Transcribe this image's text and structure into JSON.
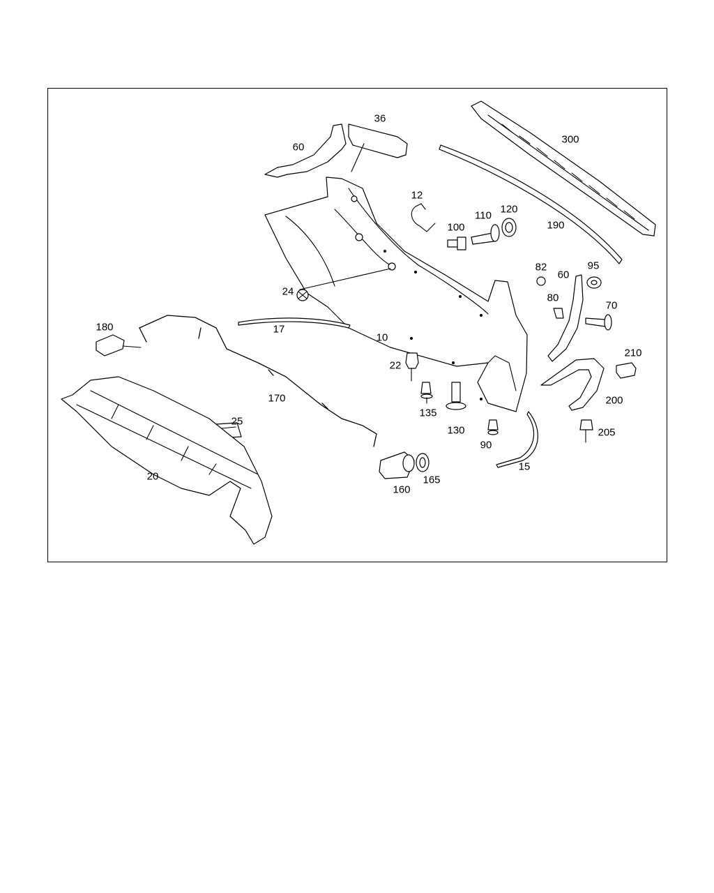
{
  "diagram": {
    "callouts": [
      {
        "id": "36",
        "text": "36"
      },
      {
        "id": "60a",
        "text": "60"
      },
      {
        "id": "300",
        "text": "300"
      },
      {
        "id": "12",
        "text": "12"
      },
      {
        "id": "110",
        "text": "110"
      },
      {
        "id": "120",
        "text": "120"
      },
      {
        "id": "100",
        "text": "100"
      },
      {
        "id": "190",
        "text": "190"
      },
      {
        "id": "82",
        "text": "82"
      },
      {
        "id": "95",
        "text": "95"
      },
      {
        "id": "60b",
        "text": "60"
      },
      {
        "id": "24",
        "text": "24"
      },
      {
        "id": "80",
        "text": "80"
      },
      {
        "id": "70",
        "text": "70"
      },
      {
        "id": "180",
        "text": "180"
      },
      {
        "id": "17",
        "text": "17"
      },
      {
        "id": "10",
        "text": "10"
      },
      {
        "id": "210",
        "text": "210"
      },
      {
        "id": "22",
        "text": "22"
      },
      {
        "id": "170",
        "text": "170"
      },
      {
        "id": "135",
        "text": "135"
      },
      {
        "id": "200",
        "text": "200"
      },
      {
        "id": "25",
        "text": "25"
      },
      {
        "id": "130",
        "text": "130"
      },
      {
        "id": "205",
        "text": "205"
      },
      {
        "id": "90",
        "text": "90"
      },
      {
        "id": "15",
        "text": "15"
      },
      {
        "id": "165",
        "text": "165"
      },
      {
        "id": "20",
        "text": "20"
      },
      {
        "id": "160",
        "text": "160"
      }
    ]
  }
}
